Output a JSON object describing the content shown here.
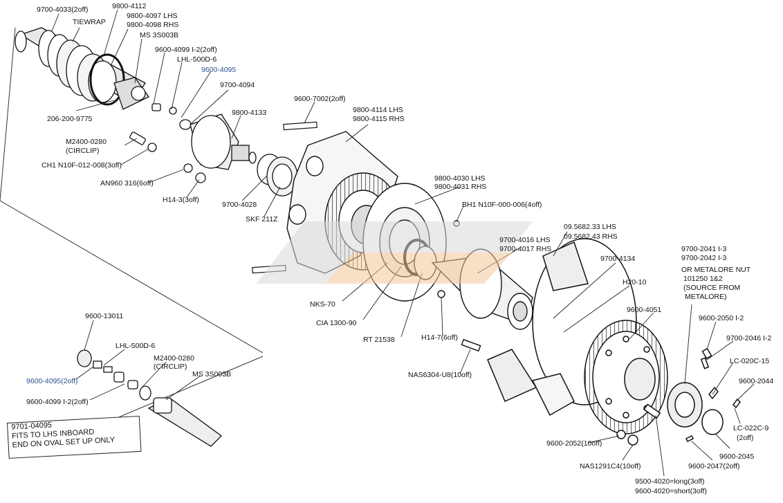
{
  "labels": {
    "l1": "9700-4033(2off)",
    "l2": "9800-4112",
    "l3": "TIEWRAP",
    "l4": "9800-4097 LHS",
    "l5": "9800-4098 RHS",
    "l6": "MS 3S003B",
    "l7": "9600-4099 I-2(2off)",
    "l8": "LHL-500D-6",
    "l9": "9600-4095",
    "l10": "9700-4094",
    "l11": "206-200-9775",
    "l12": "9800-4133",
    "l13": "9600-7002(2off)",
    "l14": "9800-4114 LHS",
    "l15": "9800-4115 RHS",
    "l16": "M2400-0280",
    "l17": "(CIRCLIP)",
    "l18": "CH1 N10F-012-008(3off)",
    "l19": "AN960 316(6off)",
    "l20": "H14-3(3off)",
    "l21": "9700-4028",
    "l22": "SKF 211Z",
    "l23": "9800-4030 LHS",
    "l24": "9800-4031 RHS",
    "l25": "BH1 N10F-000-006(4off)",
    "l26": "09.5682.33 LHS",
    "l27": "09.5682.43 RHS",
    "l28": "9700-4016 LHS",
    "l29": "9700-4017 RHS",
    "l30": "9700-2041 I-3",
    "l31": "9700-2042 I-3",
    "l32": "OR METALORE NUT",
    "l33": "101250 1&2",
    "l34": "(SOURCE FROM",
    "l35": "METALORE)",
    "l36": "9700-4134",
    "l37": "H20-10",
    "l38": "NKS-70",
    "l39": "CIA 1300-90",
    "l40": "RT 21538",
    "l41": "H14-7(6off)",
    "l42": "9600-4051",
    "l43": "9600-2050 I-2",
    "l44": "9700-2046 I-2",
    "l45": "LC-020C-15",
    "l46": "9600-2044",
    "l47": "NAS6304-U8(10off)",
    "l48": "LC-022C-9",
    "l49": "(2off)",
    "l50": "9600-2045",
    "l51": "9600-2052(10off)",
    "l52": "9600-2047(2off)",
    "l53": "NAS1291C4(10off)",
    "l54": "9500-4020=long(3off)",
    "l55": "9600-4020=short(3off)",
    "l56": "9600-13011",
    "l57": "LHL-500D-6",
    "l58": "M2400-0280",
    "l59": "(CIRCLIP)",
    "l60": "MS 3S003B",
    "l61": "9600-4095(2off)",
    "l62": "9600-4099 I-2(2off)"
  },
  "note": {
    "line1": "9701-04095",
    "line2": "FITS TO LHS INBOARD",
    "line3": "END ON OVAL SET UP ONLY"
  }
}
